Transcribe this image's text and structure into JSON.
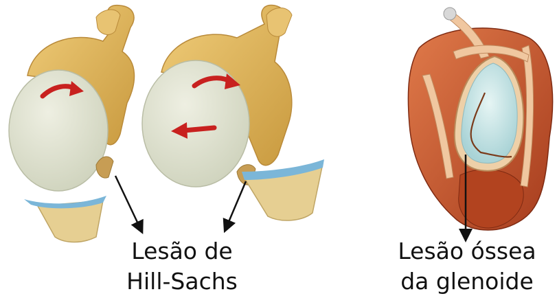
{
  "labels": {
    "hill_sachs": {
      "line1": "Lesão de",
      "line2": "Hill-Sachs"
    },
    "glenoid": {
      "line1": "Lesão óssea",
      "line2": "da glenoide"
    }
  },
  "colors": {
    "bone_yellow": "#e3b95d",
    "humeral_head": "#e3e4d2",
    "cartilage_blue": "#7bb6d8",
    "glenoid_socket": "#d5ecec",
    "muscle_red": "#c8522c",
    "arrow_red": "#c8211f",
    "pointer_black": "#111111"
  }
}
